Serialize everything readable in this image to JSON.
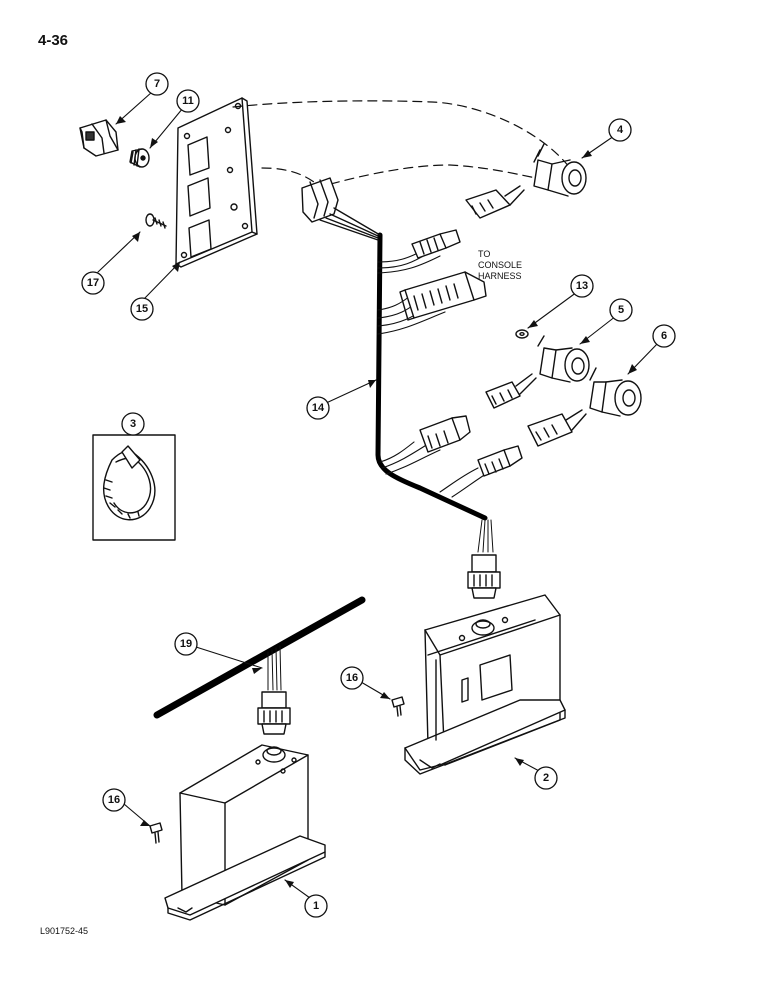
{
  "page_number": "4-36",
  "drawing_id": "L901752-45",
  "note": {
    "line1": "TO",
    "line2": "CONSOLE",
    "line3": "HARNESS"
  },
  "callouts": {
    "c1": "1",
    "c2": "2",
    "c3": "3",
    "c4": "4",
    "c5": "5",
    "c6": "6",
    "c7": "7",
    "c11": "11",
    "c13": "13",
    "c14": "14",
    "c15": "15",
    "c16a": "16",
    "c16b": "16",
    "c17": "17",
    "c19": "19"
  }
}
